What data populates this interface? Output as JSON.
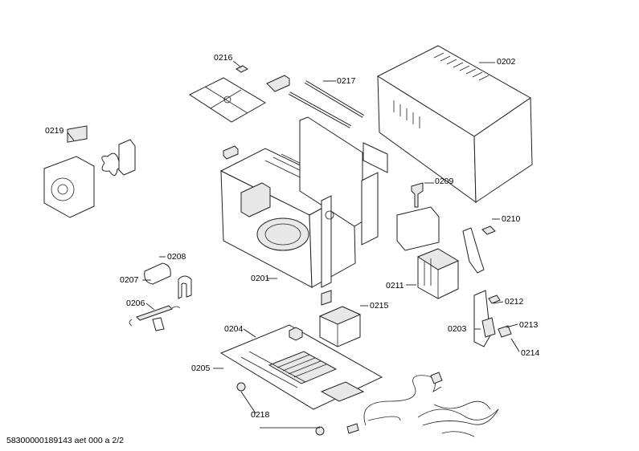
{
  "labels": {
    "p0216": "0216",
    "p0217": "0217",
    "p0202": "0202",
    "p0219": "0219",
    "p0209": "0209",
    "p0210": "0210",
    "p0208": "0208",
    "p0207": "0207",
    "p0201": "0201",
    "p0211": "0211",
    "p0206": "0206",
    "p0215": "0215",
    "p0212": "0212",
    "p0204": "0204",
    "p0203": "0203",
    "p0213": "0213",
    "p0214": "0214",
    "p0205": "0205",
    "p0218": "0218"
  },
  "footer": {
    "document_id": "58300000189143 aet 000 a 2/2"
  }
}
